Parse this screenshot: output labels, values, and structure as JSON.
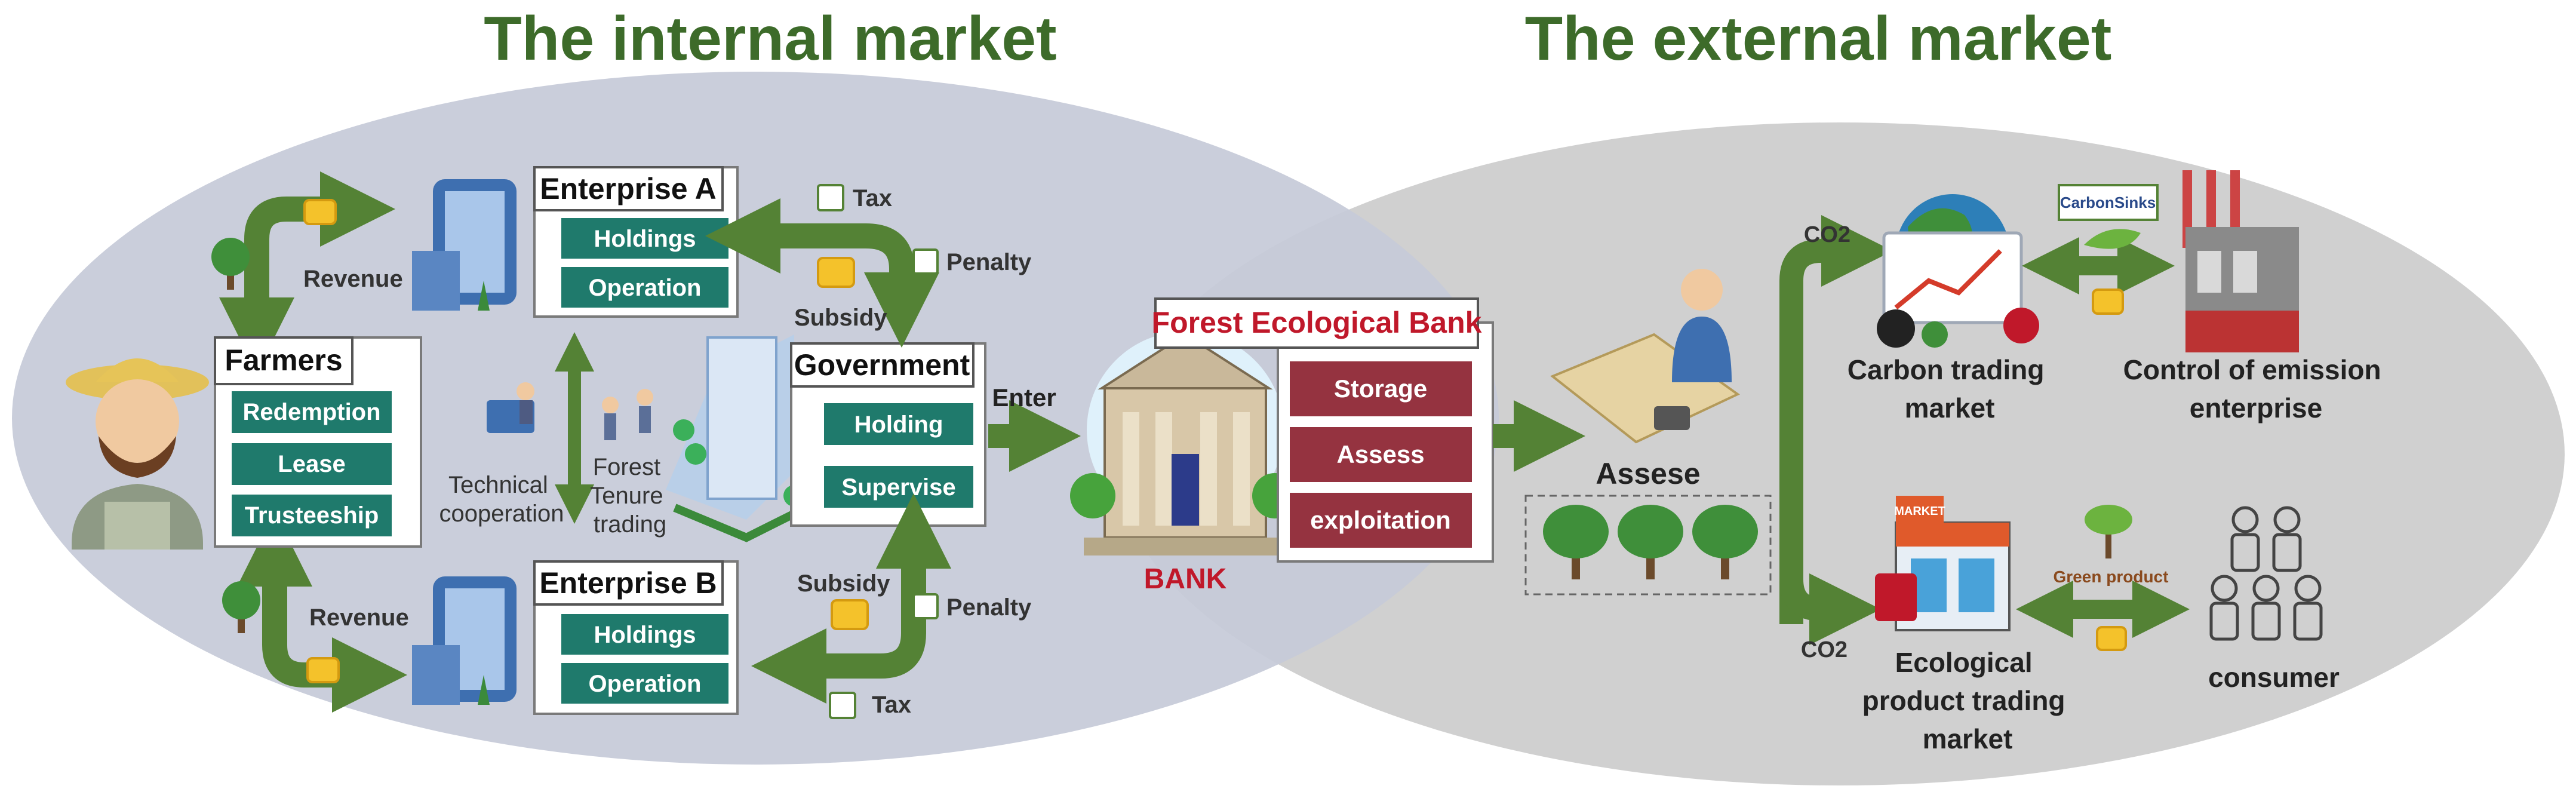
{
  "titles": {
    "internal": "The internal market",
    "external": "The external market"
  },
  "internal": {
    "farmers": {
      "title": "Farmers",
      "items": [
        "Redemption",
        "Lease",
        "Trusteeship"
      ]
    },
    "enterprise_a": {
      "title": "Enterprise A",
      "items": [
        "Holdings",
        "Operation"
      ]
    },
    "enterprise_b": {
      "title": "Enterprise B",
      "items": [
        "Holdings",
        "Operation"
      ]
    },
    "government": {
      "title": "Government",
      "items": [
        "Holding",
        "Supervise"
      ]
    },
    "labels": {
      "revenue_top": "Revenue",
      "revenue_bottom": "Revenue",
      "tax_top": "Tax",
      "tax_bottom": "Tax",
      "penalty_top": "Penalty",
      "penalty_bottom": "Penalty",
      "subsidy_top": "Subsidy",
      "subsidy_bottom": "Subsidy",
      "technical_1": "Technical",
      "technical_2": "cooperation",
      "forest_1": "Forest",
      "forest_2": "Tenure",
      "forest_3": "trading",
      "enter": "Enter"
    }
  },
  "bank": {
    "title": "Forest Ecological Bank",
    "items": [
      "Storage",
      "Assess",
      "exploitation"
    ],
    "sign": "BANK"
  },
  "external": {
    "assese": "Assese",
    "co2_top": "CO2",
    "co2_bottom": "CO2",
    "carbon_market_1": "Carbon trading",
    "carbon_market_2": "market",
    "control_1": "Control of emission",
    "control_2": "enterprise",
    "carbon_sinks": "CarbonSinks",
    "eco_market_1": "Ecological",
    "eco_market_2": "product trading",
    "eco_market_3": "market",
    "market_sign": "MARKET",
    "green_product": "Green product",
    "consumer": "consumer"
  },
  "colors": {
    "title_green": "#3d6b2a",
    "arrow_green": "#548235",
    "teal_box": "#1f7a6c",
    "bank_red": "#953340",
    "internal_ellipse": "#c5cad8",
    "external_ellipse": "#d0d0d0",
    "bank_text": "#c0182a"
  }
}
